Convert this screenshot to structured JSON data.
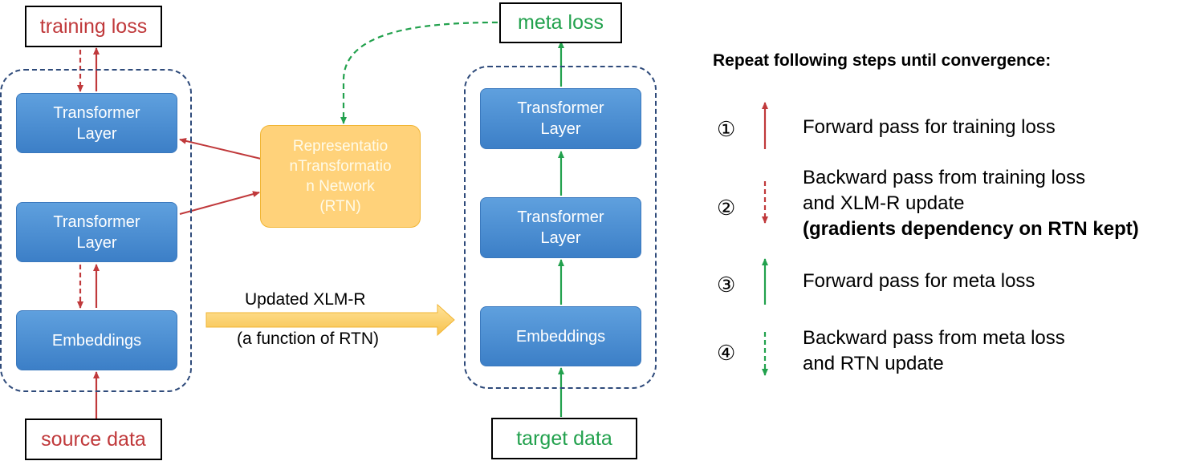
{
  "left": {
    "top_loss": "training loss",
    "bottom_input": "source data",
    "upper_layer": "Transformer\nLayer",
    "middle_layer": "Transformer\nLayer",
    "embeddings": "Embeddings"
  },
  "rtn": {
    "label": "Representatio\nnTransformatio\nn Network\n(RTN)"
  },
  "middle_arrow": {
    "label_top": "Updated XLM-R",
    "label_bottom": "(a function of RTN)"
  },
  "right": {
    "top_loss": "meta loss",
    "bottom_input": "target data",
    "upper_layer": "Transformer\nLayer",
    "middle_layer": "Transformer\nLayer",
    "embeddings": "Embeddings"
  },
  "legend": {
    "title": "Repeat following steps until convergence:",
    "steps": [
      {
        "num": "①",
        "line1": "Forward pass for training loss",
        "line2": "",
        "line3": ""
      },
      {
        "num": "②",
        "line1": "Backward pass from training loss",
        "line2": "and XLM-R update",
        "line3": "(gradients dependency on RTN kept)"
      },
      {
        "num": "③",
        "line1": "Forward pass for meta loss",
        "line2": "",
        "line3": ""
      },
      {
        "num": "④",
        "line1": "Backward pass from meta loss",
        "line2": "and RTN update",
        "line3": ""
      }
    ]
  },
  "colors": {
    "red": "#c0393b",
    "green": "#22a14d",
    "blue_box": "#4a8fd6",
    "orange_box": "#ffd27a",
    "dashed_frame": "#2e4a7a"
  }
}
